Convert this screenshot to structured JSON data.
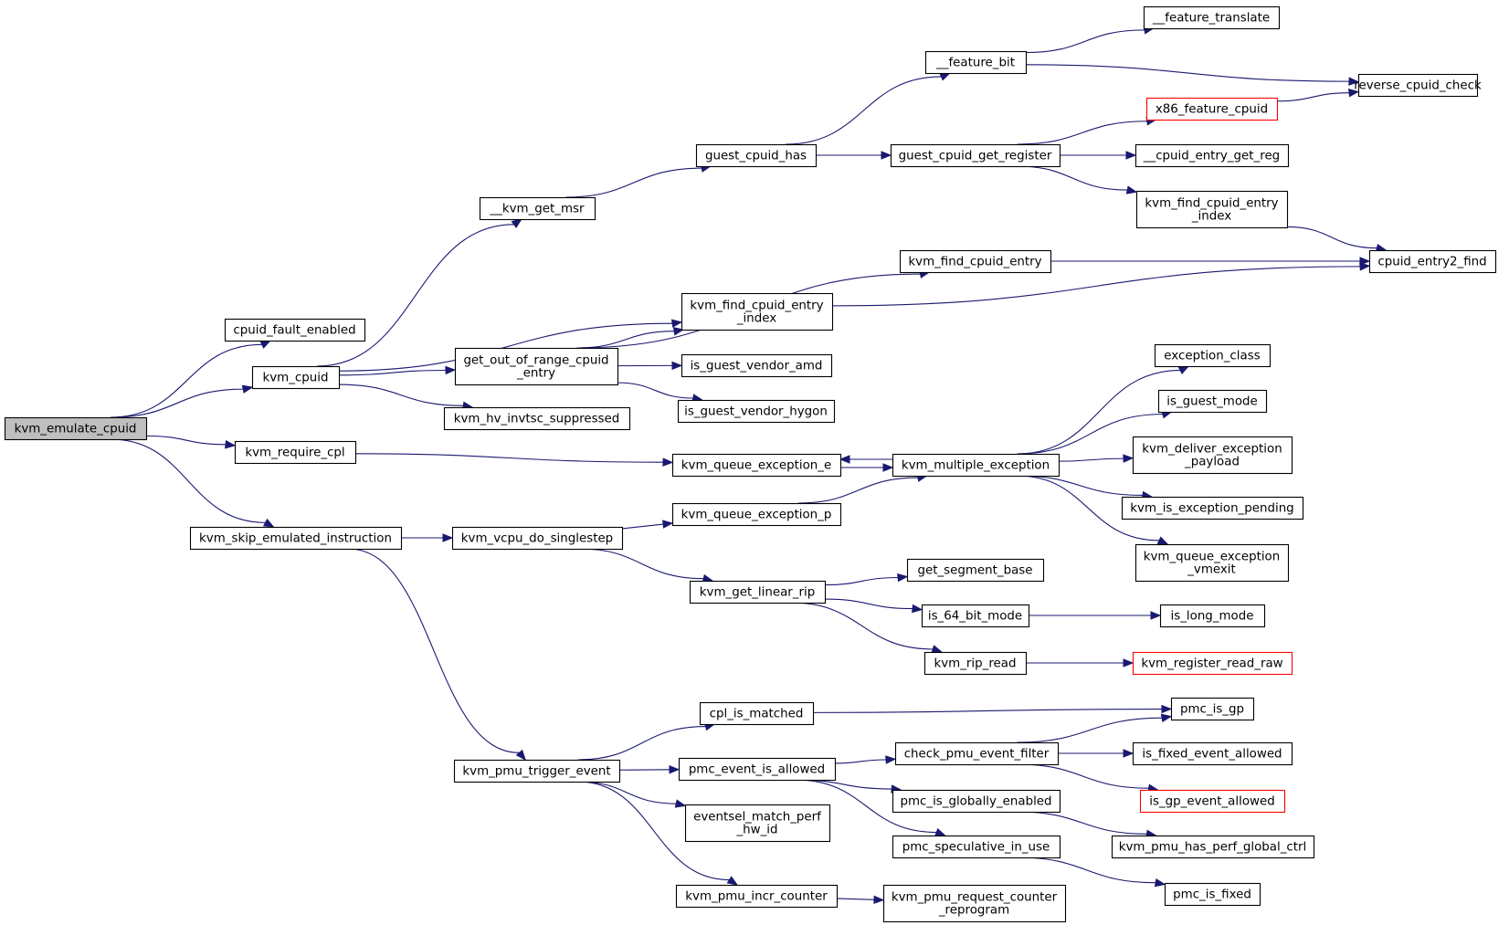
{
  "graph": {
    "root": "kvm_emulate_cpuid",
    "nodes": [
      {
        "id": "kvm_emulate_cpuid",
        "lines": [
          "kvm_emulate_cpuid"
        ],
        "style": "root"
      },
      {
        "id": "cpuid_fault_enabled",
        "lines": [
          "cpuid_fault_enabled"
        ]
      },
      {
        "id": "kvm_cpuid",
        "lines": [
          "kvm_cpuid"
        ]
      },
      {
        "id": "kvm_require_cpl",
        "lines": [
          "kvm_require_cpl"
        ]
      },
      {
        "id": "kvm_skip_emulated_instruction",
        "lines": [
          "kvm_skip_emulated_instruction"
        ]
      },
      {
        "id": "__kvm_get_msr",
        "lines": [
          "__kvm_get_msr"
        ]
      },
      {
        "id": "get_out_of_range_cpuid_entry",
        "lines": [
          "get_out_of_range_cpuid",
          "_entry"
        ]
      },
      {
        "id": "kvm_hv_invtsc_suppressed",
        "lines": [
          "kvm_hv_invtsc_suppressed"
        ]
      },
      {
        "id": "kvm_vcpu_do_singlestep",
        "lines": [
          "kvm_vcpu_do_singlestep"
        ]
      },
      {
        "id": "kvm_pmu_trigger_event",
        "lines": [
          "kvm_pmu_trigger_event"
        ]
      },
      {
        "id": "guest_cpuid_has",
        "lines": [
          "guest_cpuid_has"
        ]
      },
      {
        "id": "kvm_find_cpuid_entry_index_a",
        "lines": [
          "kvm_find_cpuid_entry",
          "_index"
        ]
      },
      {
        "id": "is_guest_vendor_amd",
        "lines": [
          "is_guest_vendor_amd"
        ]
      },
      {
        "id": "is_guest_vendor_hygon",
        "lines": [
          "is_guest_vendor_hygon"
        ]
      },
      {
        "id": "kvm_queue_exception_e",
        "lines": [
          "kvm_queue_exception_e"
        ]
      },
      {
        "id": "kvm_queue_exception_p",
        "lines": [
          "kvm_queue_exception_p"
        ]
      },
      {
        "id": "kvm_get_linear_rip",
        "lines": [
          "kvm_get_linear_rip"
        ]
      },
      {
        "id": "cpl_is_matched",
        "lines": [
          "cpl_is_matched"
        ]
      },
      {
        "id": "pmc_event_is_allowed",
        "lines": [
          "pmc_event_is_allowed"
        ]
      },
      {
        "id": "eventsel_match_perf_hw_id",
        "lines": [
          "eventsel_match_perf",
          "_hw_id"
        ]
      },
      {
        "id": "kvm_pmu_incr_counter",
        "lines": [
          "kvm_pmu_incr_counter"
        ]
      },
      {
        "id": "__feature_bit",
        "lines": [
          "__feature_bit"
        ]
      },
      {
        "id": "guest_cpuid_get_register",
        "lines": [
          "guest_cpuid_get_register"
        ]
      },
      {
        "id": "kvm_find_cpuid_entry",
        "lines": [
          "kvm_find_cpuid_entry"
        ]
      },
      {
        "id": "kvm_multiple_exception",
        "lines": [
          "kvm_multiple_exception"
        ]
      },
      {
        "id": "get_segment_base",
        "lines": [
          "get_segment_base"
        ]
      },
      {
        "id": "is_64_bit_mode",
        "lines": [
          "is_64_bit_mode"
        ]
      },
      {
        "id": "kvm_rip_read",
        "lines": [
          "kvm_rip_read"
        ]
      },
      {
        "id": "check_pmu_event_filter",
        "lines": [
          "check_pmu_event_filter"
        ]
      },
      {
        "id": "pmc_is_globally_enabled",
        "lines": [
          "pmc_is_globally_enabled"
        ]
      },
      {
        "id": "pmc_speculative_in_use",
        "lines": [
          "pmc_speculative_in_use"
        ]
      },
      {
        "id": "kvm_pmu_request_counter_reprogram",
        "lines": [
          "kvm_pmu_request_counter",
          "_reprogram"
        ]
      },
      {
        "id": "__feature_translate",
        "lines": [
          "__feature_translate"
        ]
      },
      {
        "id": "x86_feature_cpuid",
        "lines": [
          "x86_feature_cpuid"
        ],
        "style": "red"
      },
      {
        "id": "__cpuid_entry_get_reg",
        "lines": [
          "__cpuid_entry_get_reg"
        ]
      },
      {
        "id": "kvm_find_cpuid_entry_index_b",
        "lines": [
          "kvm_find_cpuid_entry",
          "_index"
        ]
      },
      {
        "id": "exception_class",
        "lines": [
          "exception_class"
        ]
      },
      {
        "id": "is_guest_mode",
        "lines": [
          "is_guest_mode"
        ]
      },
      {
        "id": "kvm_deliver_exception_payload",
        "lines": [
          "kvm_deliver_exception",
          "_payload"
        ]
      },
      {
        "id": "kvm_is_exception_pending",
        "lines": [
          "kvm_is_exception_pending"
        ]
      },
      {
        "id": "kvm_queue_exception_vmexit",
        "lines": [
          "kvm_queue_exception",
          "_vmexit"
        ]
      },
      {
        "id": "is_long_mode",
        "lines": [
          "is_long_mode"
        ]
      },
      {
        "id": "kvm_register_read_raw",
        "lines": [
          "kvm_register_read_raw"
        ],
        "style": "red"
      },
      {
        "id": "pmc_is_gp",
        "lines": [
          "pmc_is_gp"
        ]
      },
      {
        "id": "is_fixed_event_allowed",
        "lines": [
          "is_fixed_event_allowed"
        ]
      },
      {
        "id": "is_gp_event_allowed",
        "lines": [
          "is_gp_event_allowed"
        ],
        "style": "red"
      },
      {
        "id": "kvm_pmu_has_perf_global_ctrl",
        "lines": [
          "kvm_pmu_has_perf_global_ctrl"
        ]
      },
      {
        "id": "pmc_is_fixed",
        "lines": [
          "pmc_is_fixed"
        ]
      },
      {
        "id": "reverse_cpuid_check",
        "lines": [
          "reverse_cpuid_check"
        ]
      },
      {
        "id": "cpuid_entry2_find",
        "lines": [
          "cpuid_entry2_find"
        ]
      }
    ],
    "edges": [
      [
        "kvm_emulate_cpuid",
        "cpuid_fault_enabled"
      ],
      [
        "kvm_emulate_cpuid",
        "kvm_cpuid"
      ],
      [
        "kvm_emulate_cpuid",
        "kvm_require_cpl"
      ],
      [
        "kvm_emulate_cpuid",
        "kvm_skip_emulated_instruction"
      ],
      [
        "kvm_cpuid",
        "__kvm_get_msr"
      ],
      [
        "kvm_cpuid",
        "kvm_find_cpuid_entry_index_a"
      ],
      [
        "kvm_cpuid",
        "get_out_of_range_cpuid_entry"
      ],
      [
        "kvm_cpuid",
        "kvm_hv_invtsc_suppressed"
      ],
      [
        "kvm_require_cpl",
        "kvm_queue_exception_e"
      ],
      [
        "kvm_skip_emulated_instruction",
        "kvm_vcpu_do_singlestep"
      ],
      [
        "kvm_skip_emulated_instruction",
        "kvm_pmu_trigger_event"
      ],
      [
        "__kvm_get_msr",
        "guest_cpuid_has"
      ],
      [
        "get_out_of_range_cpuid_entry",
        "kvm_find_cpuid_entry"
      ],
      [
        "get_out_of_range_cpuid_entry",
        "kvm_find_cpuid_entry_index_a"
      ],
      [
        "get_out_of_range_cpuid_entry",
        "is_guest_vendor_amd"
      ],
      [
        "get_out_of_range_cpuid_entry",
        "is_guest_vendor_hygon"
      ],
      [
        "kvm_vcpu_do_singlestep",
        "kvm_queue_exception_p"
      ],
      [
        "kvm_vcpu_do_singlestep",
        "kvm_get_linear_rip"
      ],
      [
        "kvm_pmu_trigger_event",
        "cpl_is_matched"
      ],
      [
        "kvm_pmu_trigger_event",
        "pmc_event_is_allowed"
      ],
      [
        "kvm_pmu_trigger_event",
        "eventsel_match_perf_hw_id"
      ],
      [
        "kvm_pmu_trigger_event",
        "kvm_pmu_incr_counter"
      ],
      [
        "guest_cpuid_has",
        "__feature_bit"
      ],
      [
        "guest_cpuid_has",
        "guest_cpuid_get_register"
      ],
      [
        "kvm_find_cpuid_entry_index_a",
        "cpuid_entry2_find"
      ],
      [
        "kvm_queue_exception_e",
        "kvm_multiple_exception"
      ],
      [
        "kvm_queue_exception_p",
        "kvm_multiple_exception"
      ],
      [
        "kvm_get_linear_rip",
        "get_segment_base"
      ],
      [
        "kvm_get_linear_rip",
        "is_64_bit_mode"
      ],
      [
        "kvm_get_linear_rip",
        "kvm_rip_read"
      ],
      [
        "cpl_is_matched",
        "pmc_is_gp"
      ],
      [
        "pmc_event_is_allowed",
        "check_pmu_event_filter"
      ],
      [
        "pmc_event_is_allowed",
        "pmc_is_globally_enabled"
      ],
      [
        "pmc_event_is_allowed",
        "pmc_speculative_in_use"
      ],
      [
        "kvm_pmu_incr_counter",
        "kvm_pmu_request_counter_reprogram"
      ],
      [
        "__feature_bit",
        "__feature_translate"
      ],
      [
        "__feature_bit",
        "reverse_cpuid_check"
      ],
      [
        "guest_cpuid_get_register",
        "x86_feature_cpuid"
      ],
      [
        "guest_cpuid_get_register",
        "__cpuid_entry_get_reg"
      ],
      [
        "guest_cpuid_get_register",
        "kvm_find_cpuid_entry_index_b"
      ],
      [
        "kvm_find_cpuid_entry",
        "cpuid_entry2_find"
      ],
      [
        "kvm_multiple_exception",
        "kvm_queue_exception_e"
      ],
      [
        "kvm_multiple_exception",
        "exception_class"
      ],
      [
        "kvm_multiple_exception",
        "is_guest_mode"
      ],
      [
        "kvm_multiple_exception",
        "kvm_deliver_exception_payload"
      ],
      [
        "kvm_multiple_exception",
        "kvm_is_exception_pending"
      ],
      [
        "kvm_multiple_exception",
        "kvm_queue_exception_vmexit"
      ],
      [
        "is_64_bit_mode",
        "is_long_mode"
      ],
      [
        "kvm_rip_read",
        "kvm_register_read_raw"
      ],
      [
        "check_pmu_event_filter",
        "pmc_is_gp"
      ],
      [
        "check_pmu_event_filter",
        "is_fixed_event_allowed"
      ],
      [
        "check_pmu_event_filter",
        "is_gp_event_allowed"
      ],
      [
        "pmc_is_globally_enabled",
        "kvm_pmu_has_perf_global_ctrl"
      ],
      [
        "pmc_speculative_in_use",
        "pmc_is_fixed"
      ],
      [
        "x86_feature_cpuid",
        "reverse_cpuid_check"
      ],
      [
        "kvm_find_cpuid_entry_index_b",
        "cpuid_entry2_find"
      ]
    ]
  }
}
